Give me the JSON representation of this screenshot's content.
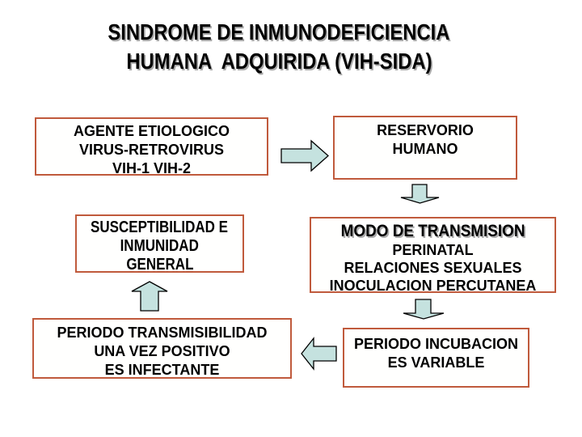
{
  "title": {
    "line1": "SINDROME DE INMUNODEFICIENCIA",
    "line2": "HUMANA  ADQUIRIDA (VIH-SIDA)"
  },
  "boxes": {
    "agente": {
      "lines": [
        "AGENTE ETIOLOGICO",
        "VIRUS-RETROVIRUS",
        "VIH-1 VIH-2"
      ]
    },
    "reservorio": {
      "lines": [
        "RESERVORIO",
        "HUMANO"
      ]
    },
    "susceptibilidad": {
      "lines": [
        "SUSCEPTIBILIDAD E",
        "INMUNIDAD",
        "GENERAL"
      ]
    },
    "modo_transmision": {
      "heading": "MODO DE TRANSMISION",
      "lines": [
        "PERINATAL",
        "RELACIONES SEXUALES",
        "INOCULACION PERCUTANEA"
      ]
    },
    "periodo_transmisibilidad": {
      "lines": [
        "PERIODO TRANSMISIBILIDAD",
        "UNA VEZ POSITIVO",
        "ES INFECTANTE"
      ]
    },
    "periodo_incubacion": {
      "lines": [
        "PERIODO INCUBACION",
        "ES VARIABLE"
      ]
    }
  },
  "arrows": [
    {
      "name": "arrow-right",
      "direction": "right",
      "from": "agente",
      "to": "reservorio"
    },
    {
      "name": "arrow-down-1",
      "direction": "down",
      "from": "reservorio",
      "to": "modo_transmision"
    },
    {
      "name": "arrow-up",
      "direction": "up",
      "from": "periodo_transmisibilidad",
      "to": "susceptibilidad"
    },
    {
      "name": "arrow-down-2",
      "direction": "down",
      "from": "modo_transmision",
      "to": "periodo_incubacion"
    },
    {
      "name": "arrow-left",
      "direction": "left",
      "from": "periodo_incubacion",
      "to": "periodo_transmisibilidad"
    }
  ],
  "colors": {
    "background": "#FFFFFF",
    "box_border": "#C05A3C",
    "box_fill": "#FFFFFE",
    "arrow_fill": "#C5E2DF",
    "arrow_outline": "#000000",
    "text": "#000000",
    "title_shadow": "#AAAAAA"
  }
}
